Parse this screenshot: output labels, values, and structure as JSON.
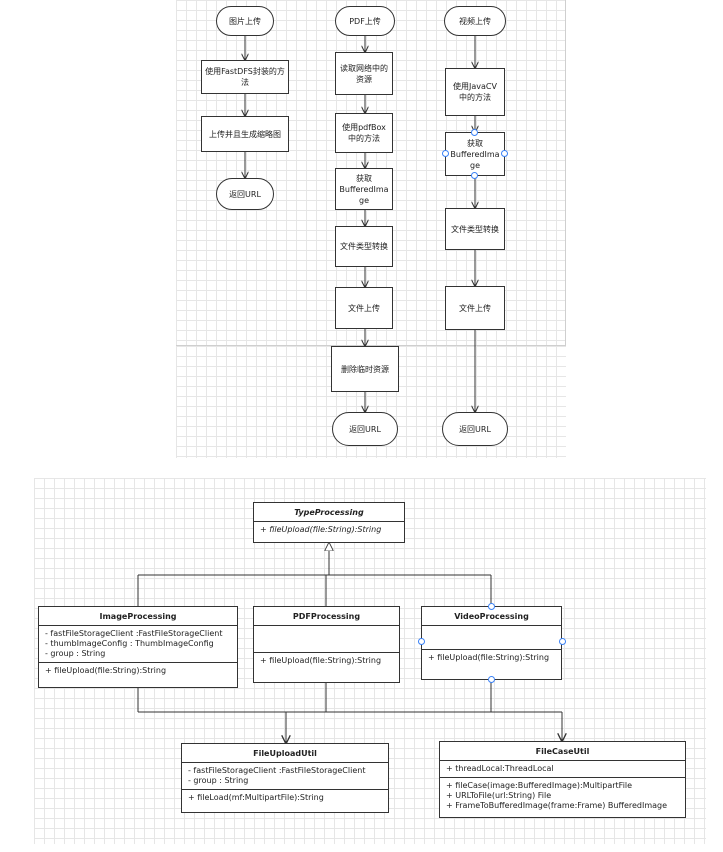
{
  "flowchart": {
    "image_column": {
      "start": "图片上传",
      "step1": "使用FastDFS封装的方\n法",
      "step2": "上传并且生成缩略图",
      "end": "返回URL"
    },
    "pdf_column": {
      "start": "PDF上传",
      "step1": "读取网络中的\n资源",
      "step2": "使用pdfBox\n中的方法",
      "step3": "获取\nBufferedIma\nge",
      "step4": "文件类型转换",
      "step5": "文件上传",
      "step6": "删除临时资源",
      "end": "返回URL"
    },
    "video_column": {
      "start": "视频上传",
      "step1": "使用JavaCV\n中的方法",
      "step2": "获取\nBufferedIma\nge",
      "step3": "文件类型转换",
      "step4": "文件上传",
      "end": "返回URL"
    }
  },
  "uml": {
    "type_processing": {
      "name": "TypeProcessing",
      "operations": "+ fileUpload(file:String):String"
    },
    "image_processing": {
      "name": "ImageProcessing",
      "attributes": [
        "- fastFileStorageClient :FastFileStorageClient",
        "- thumbImageConfig : ThumbImageConfig",
        "- group : String"
      ],
      "operations": "+ fileUpload(file:String):String"
    },
    "pdf_processing": {
      "name": "PDFProcessing",
      "operations": "+ fileUpload(file:String):String"
    },
    "video_processing": {
      "name": "VideoProcessing",
      "operations": "+ fileUpload(file:String):String"
    },
    "file_upload_util": {
      "name": "FileUploadUtil",
      "attributes": [
        "- fastFileStorageClient :FastFileStorageClient",
        "- group : String"
      ],
      "operations": "+ fileLoad(mf:MultipartFile):String"
    },
    "file_case_util": {
      "name": "FileCaseUtil",
      "attributes": [
        "+ threadLocal:ThreadLocal"
      ],
      "operations": [
        "+ fileCase(image:BufferedImage):MultipartFile",
        "+ URLToFile(url:String) File",
        "+ FrameToBufferedImage(frame:Frame) BufferedImage"
      ]
    }
  },
  "colors": {
    "line": "#333333",
    "grid": "#e6e6e6",
    "handle": "#3b82f6"
  }
}
